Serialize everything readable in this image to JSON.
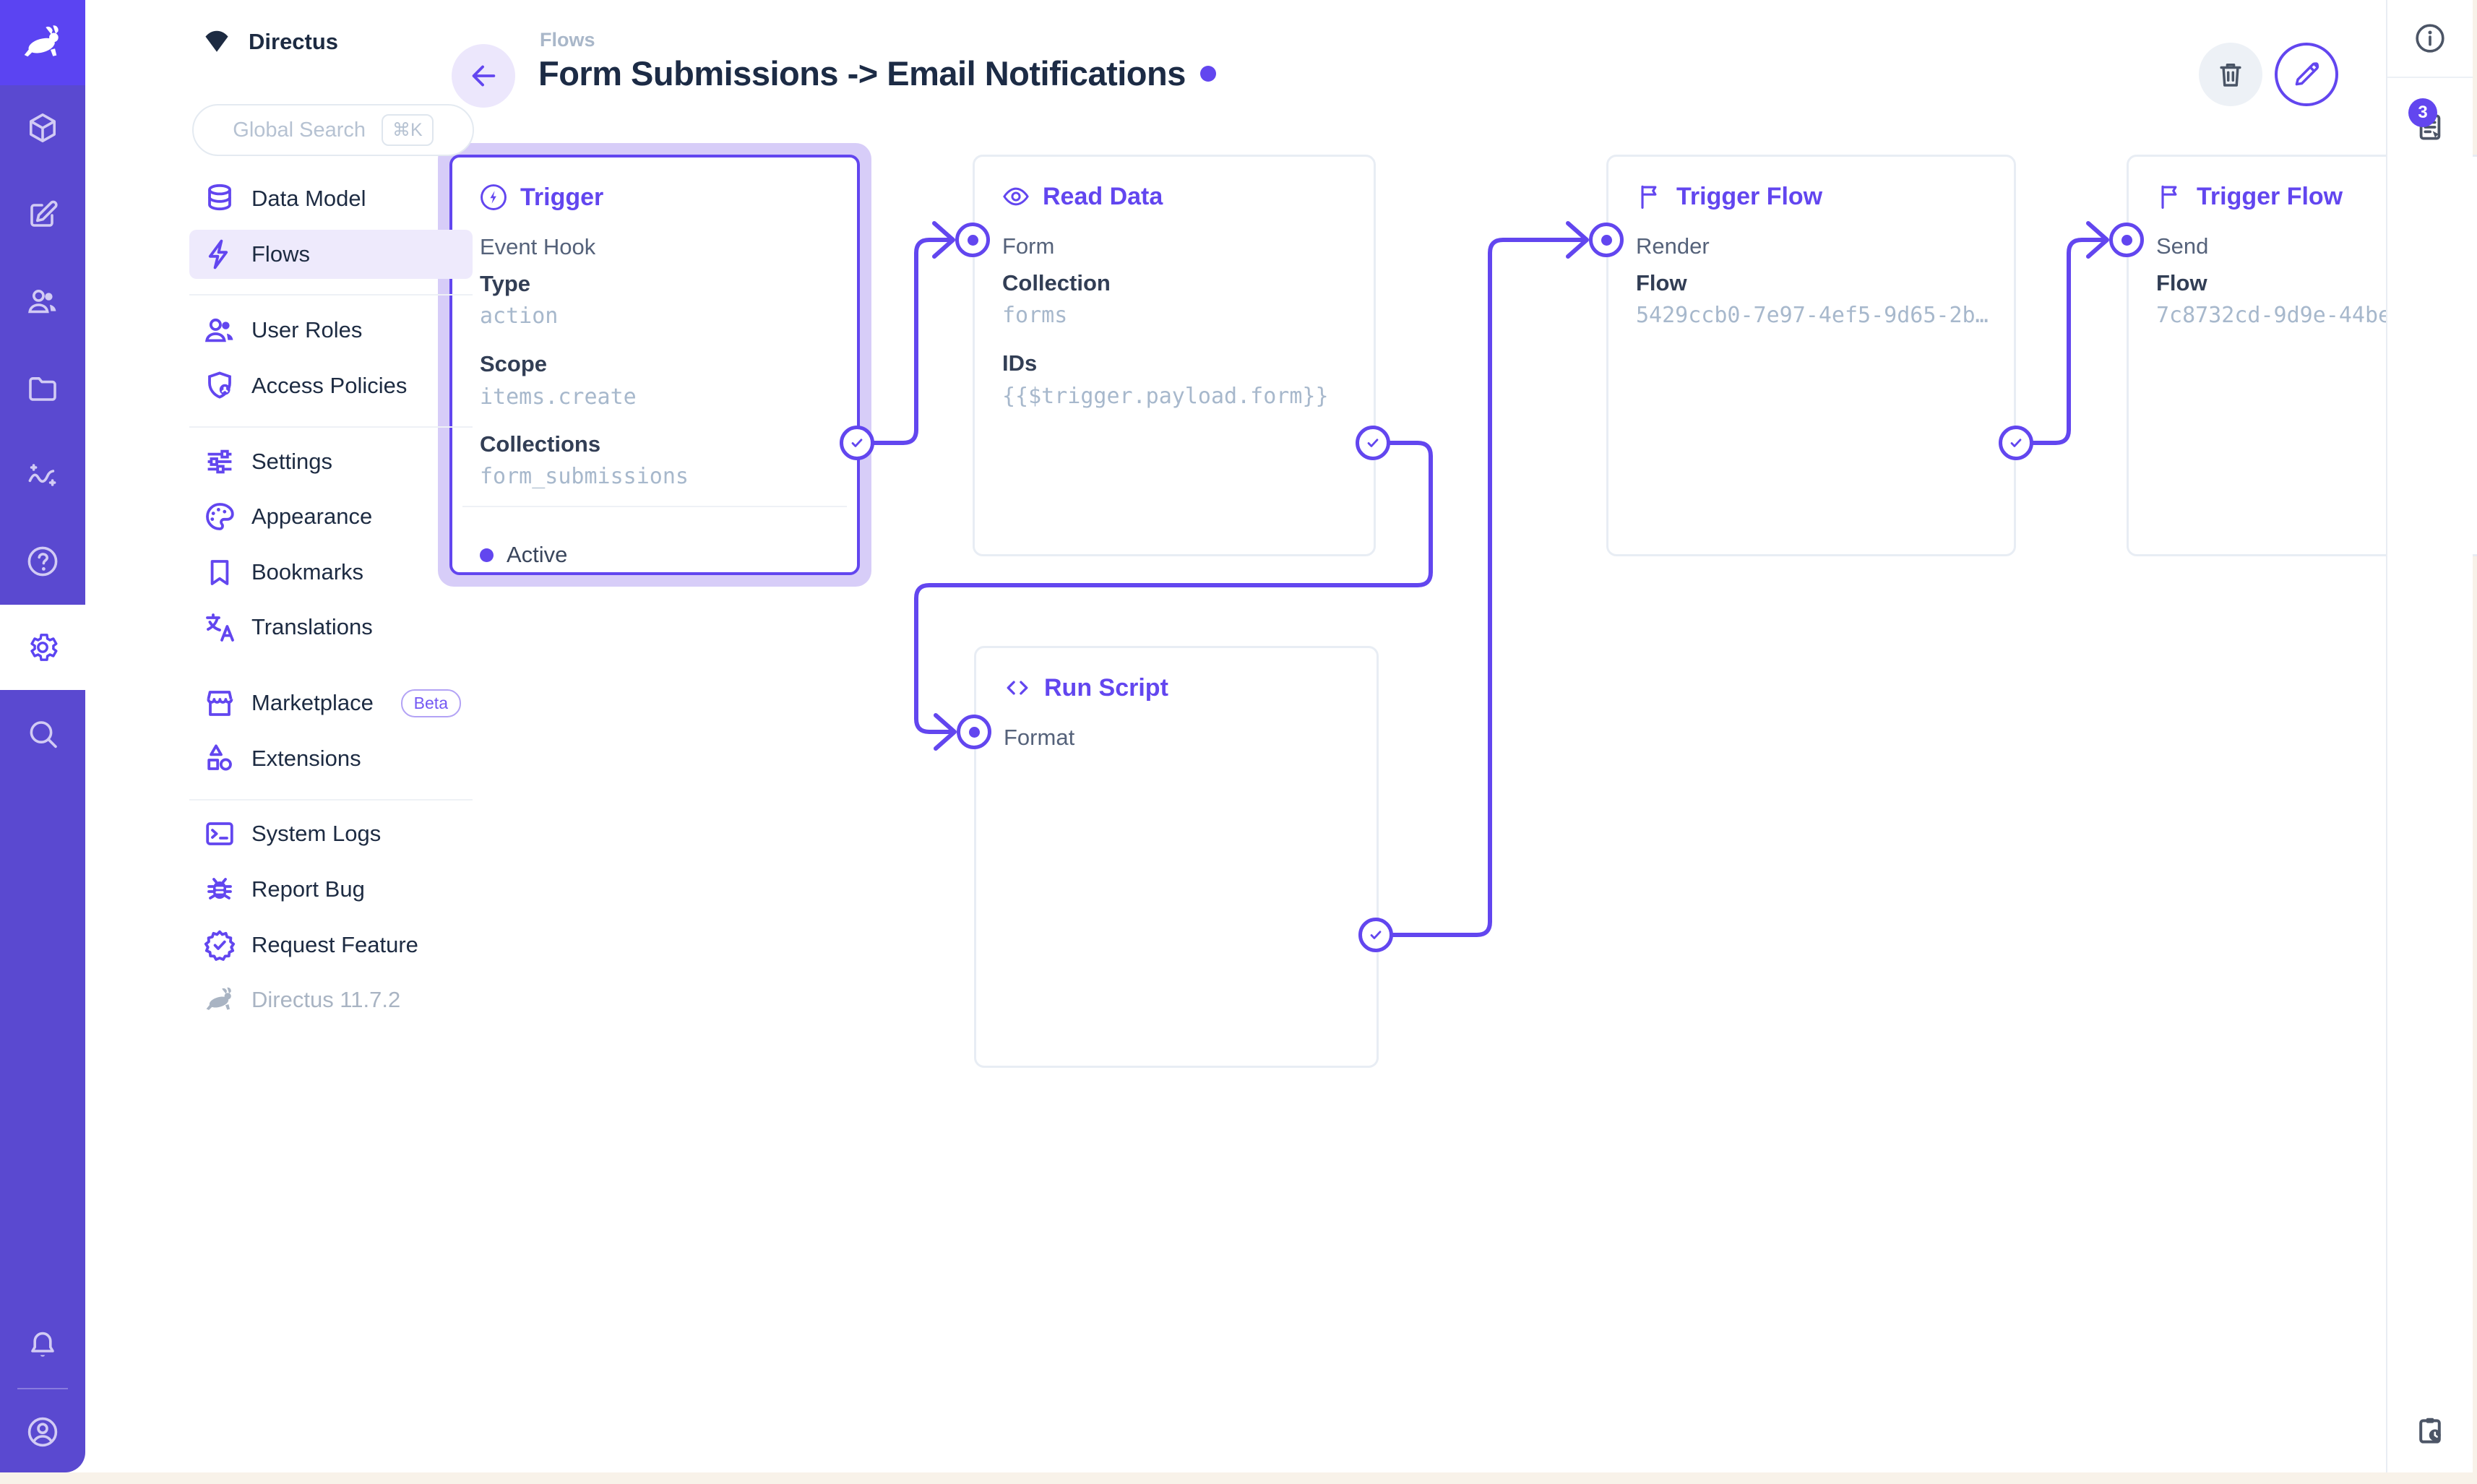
{
  "colors": {
    "accent": "#6246ef",
    "module_bar": "#5a49d0",
    "logo_bg": "#5b44f2",
    "selection_halo": "#d7cdf8",
    "mono_text": "#a7b8cc",
    "warm_edge": "#f8f2e9",
    "active_nav_bg": "#eeeafc"
  },
  "project": {
    "name": "Directus"
  },
  "module_bar": {
    "icons": [
      "box-icon",
      "edit-square-icon",
      "people-icon",
      "folder-icon",
      "insights-icon",
      "help-icon",
      "settings-gear-icon",
      "search-icon"
    ],
    "active_icon": "settings-gear-icon",
    "bottom_icons": [
      "bell-icon",
      "account-icon"
    ]
  },
  "sidebar": {
    "search": {
      "placeholder": "Global Search",
      "shortcut": "⌘K"
    },
    "items": [
      {
        "label": "Data Model",
        "icon": "database-icon"
      },
      {
        "label": "Flows",
        "icon": "bolt-icon",
        "active": true
      },
      {
        "label": "User Roles",
        "icon": "people-icon"
      },
      {
        "label": "Access Policies",
        "icon": "shield-user-icon"
      },
      {
        "label": "Settings",
        "icon": "tune-icon"
      },
      {
        "label": "Appearance",
        "icon": "palette-icon"
      },
      {
        "label": "Bookmarks",
        "icon": "bookmark-icon"
      },
      {
        "label": "Translations",
        "icon": "translate-icon"
      },
      {
        "label": "Marketplace",
        "icon": "storefront-icon",
        "badge": "Beta"
      },
      {
        "label": "Extensions",
        "icon": "shapes-icon"
      },
      {
        "label": "System Logs",
        "icon": "terminal-icon"
      },
      {
        "label": "Report Bug",
        "icon": "bug-icon"
      },
      {
        "label": "Request Feature",
        "icon": "seal-check-icon"
      }
    ],
    "version": "Directus 11.7.2"
  },
  "header": {
    "breadcrumb": "Flows",
    "title": "Form Submissions -> Email Notifications"
  },
  "flow": {
    "trigger": {
      "title": "Trigger",
      "subtitle": "Event Hook",
      "fields": [
        {
          "label": "Type",
          "value": "action"
        },
        {
          "label": "Scope",
          "value": "items.create"
        },
        {
          "label": "Collections",
          "value": "form_submissions"
        }
      ],
      "status": "Active"
    },
    "read_data": {
      "title": "Read Data",
      "port": "Form",
      "fields": [
        {
          "label": "Collection",
          "value": "forms"
        },
        {
          "label": "IDs",
          "value": "{{$trigger.payload.form}}"
        }
      ]
    },
    "trigger_flow_render": {
      "title": "Trigger Flow",
      "port": "Render",
      "fields": [
        {
          "label": "Flow",
          "value": "5429ccb0-7e97-4ef5-9d65-2b…"
        }
      ]
    },
    "run_script": {
      "title": "Run Script",
      "port": "Format"
    },
    "trigger_flow_send": {
      "title": "Trigger Flow",
      "port": "Send",
      "fields": [
        {
          "label": "Flow",
          "value": "7c8732cd-9d9e-44be"
        }
      ]
    }
  },
  "right_sidebar": {
    "log_badge": "3"
  }
}
